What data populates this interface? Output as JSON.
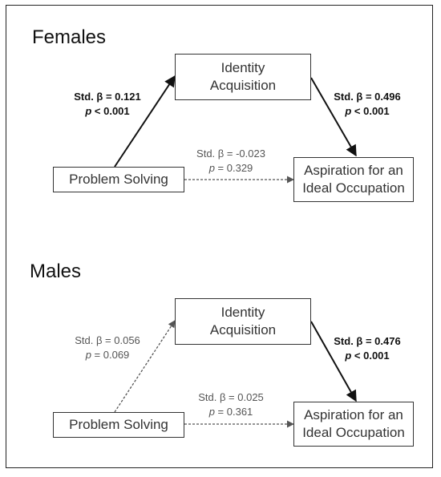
{
  "panels": {
    "females": {
      "title": "Females",
      "mediator": {
        "line1": "Identity",
        "line2": "Acquisition"
      },
      "predictor": "Problem Solving",
      "outcome": {
        "line1": "Aspiration for an",
        "line2": "Ideal Occupation"
      },
      "path_a": {
        "beta": "Std. β = 0.121",
        "p_label": "p",
        "p_value": " < 0.001"
      },
      "path_b": {
        "beta": "Std. β = 0.496",
        "p_label": "p",
        "p_value": " < 0.001"
      },
      "path_c": {
        "beta": "Std. β = -0.023",
        "p_label": "p",
        "p_value": " = 0.329"
      }
    },
    "males": {
      "title": "Males",
      "mediator": {
        "line1": "Identity",
        "line2": "Acquisition"
      },
      "predictor": "Problem Solving",
      "outcome": {
        "line1": "Aspiration for an",
        "line2": "Ideal Occupation"
      },
      "path_a": {
        "beta": "Std. β = 0.056",
        "p_label": "p",
        "p_value": " = 0.069"
      },
      "path_b": {
        "beta": "Std. β = 0.476",
        "p_label": "p",
        "p_value": " < 0.001"
      },
      "path_c": {
        "beta": "Std. β = 0.025",
        "p_label": "p",
        "p_value": " = 0.361"
      }
    }
  },
  "colors": {
    "solid_arrow": "#111111",
    "dashed_arrow": "#555555"
  }
}
